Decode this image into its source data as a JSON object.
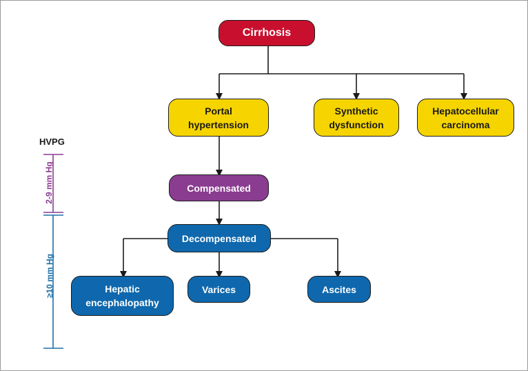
{
  "colors": {
    "root": "#c8102e",
    "complication": "#f5d400",
    "compensated": "#8a3c90",
    "decompensated": "#0f68ad",
    "low_range": "#8a3c90",
    "high_range": "#1d6fa7"
  },
  "nodes": {
    "cirrhosis": "Cirrhosis",
    "portal_hypertension": "Portal\nhypertension",
    "synthetic_dysfunction": "Synthetic\ndysfunction",
    "hepatocellular_carcinoma": "Hepatocellular\ncarcinoma",
    "compensated": "Compensated",
    "decompensated": "Decompensated",
    "hepatic_encephalopathy": "Hepatic\nencephalopathy",
    "varices": "Varices",
    "ascites": "Ascites"
  },
  "hvpg": {
    "title": "HVPG",
    "low_range": "2-9 mm Hg",
    "high_range": "≥10 mm Hg"
  }
}
